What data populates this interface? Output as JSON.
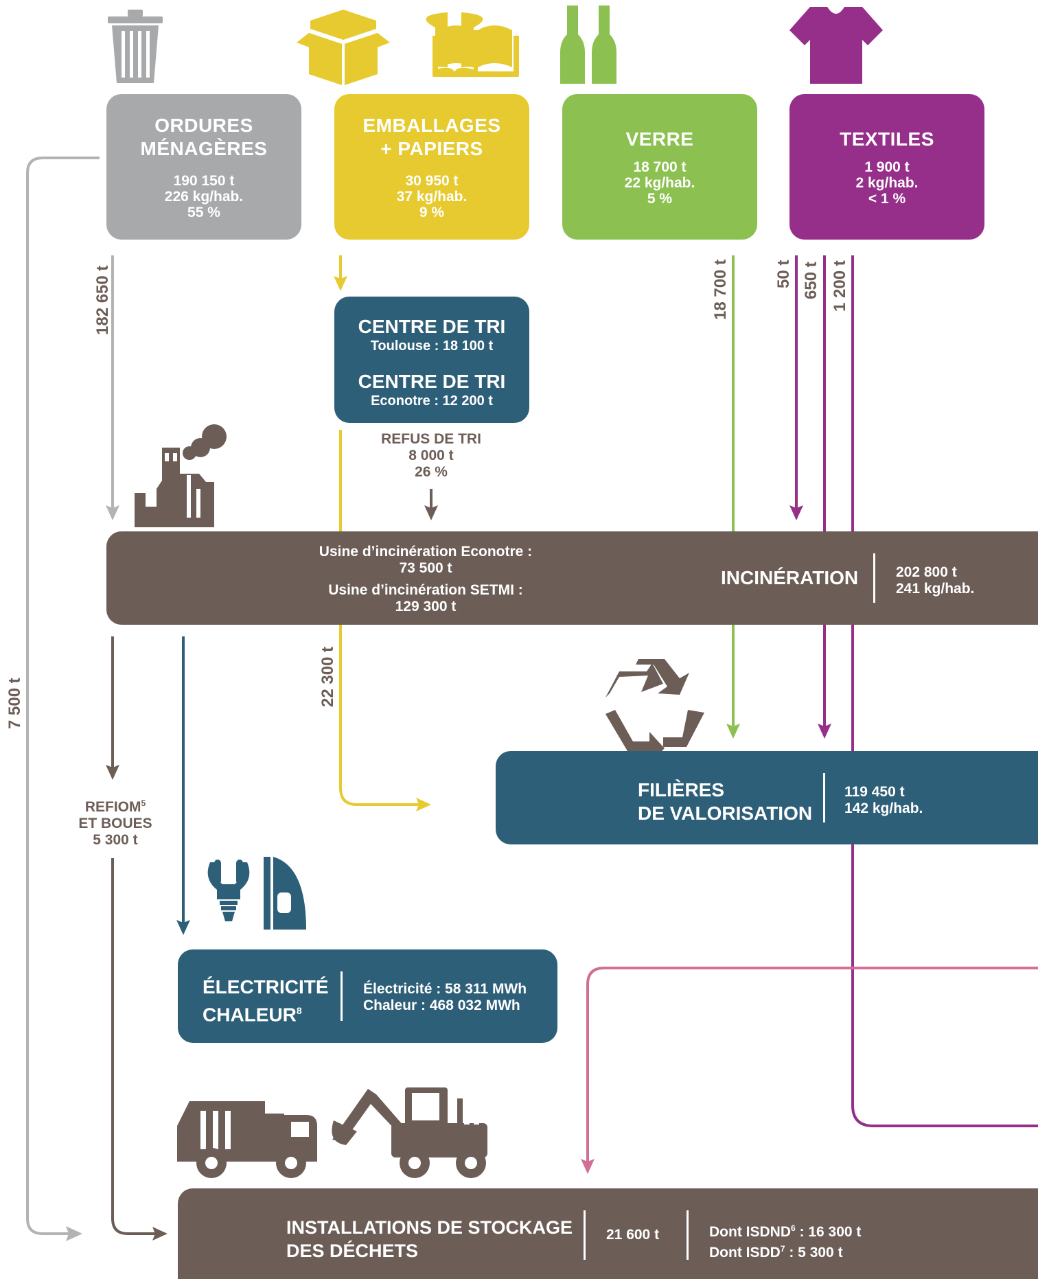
{
  "categories": {
    "ordures": {
      "title": "ORDURES\nMÉNAGÈRES",
      "stats": "190 150 t\n226 kg/hab.\n55 %",
      "color": "#a8a9ab",
      "icon": "trash-can-icon"
    },
    "emballages": {
      "title": "EMBALLAGES\n+ PAPIERS",
      "stats": "30 950 t\n37 kg/hab.\n9 %",
      "color": "#e6ca2f",
      "icon": "box-and-book-icon"
    },
    "verre": {
      "title": "VERRE",
      "stats": "18 700 t\n22 kg/hab.\n5 %",
      "color": "#8cc152",
      "icon": "bottles-icon"
    },
    "textiles": {
      "title": "TEXTILES",
      "stats": "1 900 t\n2 kg/hab.\n< 1 %",
      "color": "#962f8a",
      "icon": "tshirt-icon"
    }
  },
  "tri": {
    "title1": "CENTRE DE TRI",
    "sub1": "Toulouse : 18 100 t",
    "title2": "CENTRE DE TRI",
    "sub2": "Econotre : 12 200 t",
    "color": "#2e5f78"
  },
  "refus": {
    "text": "REFUS DE TRI\n8 000 t\n26 %"
  },
  "incineration": {
    "line1": "Usine d’incinération Econotre :",
    "line2": "73 500 t",
    "line3": "Usine d’incinération SETMI :",
    "line4": "129 300 t",
    "title": "INCINÉRATION",
    "total": "202 800 t",
    "per_hab": "241 kg/hab.",
    "color": "#6c5d57"
  },
  "valorisation": {
    "title1": "FILIÈRES",
    "title2": "DE VALORISATION",
    "total": "119 450 t",
    "per_hab": "142 kg/hab.",
    "color": "#2e5f78"
  },
  "energie": {
    "title1": "ÉLECTRICITÉ",
    "title2": "CHALEUR",
    "title2_sup": "8",
    "line1": "Électricité : 58 311 MWh",
    "line2": "Chaleur : 468 032 MWh"
  },
  "refiom": {
    "line1": "REFIOM",
    "sup": "5",
    "line2": "ET BOUES",
    "line3": "5 300 t"
  },
  "stockage": {
    "title1": "INSTALLATIONS DE STOCKAGE",
    "title2": "DES DÉCHETS",
    "total": "21 600 t",
    "line1_a": "Dont ISDND",
    "line1_sup": "6",
    "line1_b": " : 16 300 t",
    "line2_a": "Dont ISDD",
    "line2_sup": "7",
    "line2_b": " : 5 300 t"
  },
  "flows": {
    "om_to_incin": "182 650 t",
    "om_to_stockage": "7 500 t",
    "verre_to_valo": "18 700 t",
    "textile_a": "50 t",
    "textile_b": "650 t",
    "textile_c": "1 200 t",
    "incin_to_valo": "22 300 t"
  },
  "colors": {
    "grey_flow": "#b3b3b3",
    "yellow_flow": "#e6ca2f",
    "green_flow": "#8cc152",
    "purple_flow": "#962f8a",
    "pink_flow": "#d16f95",
    "brown": "#6c5d57",
    "blue": "#2e5f78"
  }
}
